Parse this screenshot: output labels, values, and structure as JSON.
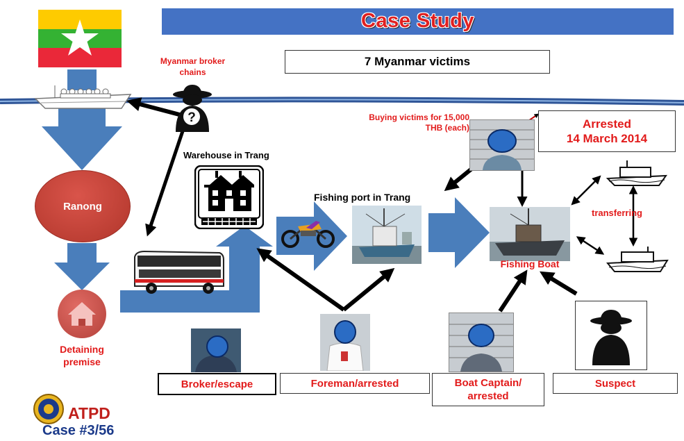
{
  "title": "Case Study",
  "victims_label": "7 Myanmar victims",
  "broker_chain_label": "Myanmar broker chains",
  "ranong_label": "Ranong",
  "detaining_label": "Detaining premise",
  "warehouse_label": "Warehouse in Trang",
  "fishing_port_label": "Fishing port in Trang",
  "buying_label": "Buying victims for  15,000 THB (each)",
  "arrested_line1": "Arrested",
  "arrested_line2": "14 March 2014",
  "transferring_label": "transferring",
  "fishing_boat_label": "Fishing Boat",
  "people": {
    "broker": "Broker/escape",
    "foreman": "Foreman/arrested",
    "captain": "Boat Captain/ arrested",
    "suspect": "Suspect"
  },
  "logo_text": "ATPD",
  "case_number": "Case #3/56",
  "colors": {
    "banner": "#4472c4",
    "title_red": "#e02020",
    "ranong": "#c0392b",
    "flag_yellow": "#fecb00",
    "flag_green": "#34b233",
    "flag_red": "#ea2839",
    "label_red": "#e21b1b"
  },
  "icons": [
    "myanmar-flag-icon",
    "boat-icon",
    "spy-icon",
    "house-icon",
    "bus-icon",
    "motorbike-icon",
    "boat-photo-icon",
    "ship-photo-icon",
    "badge-icon"
  ]
}
